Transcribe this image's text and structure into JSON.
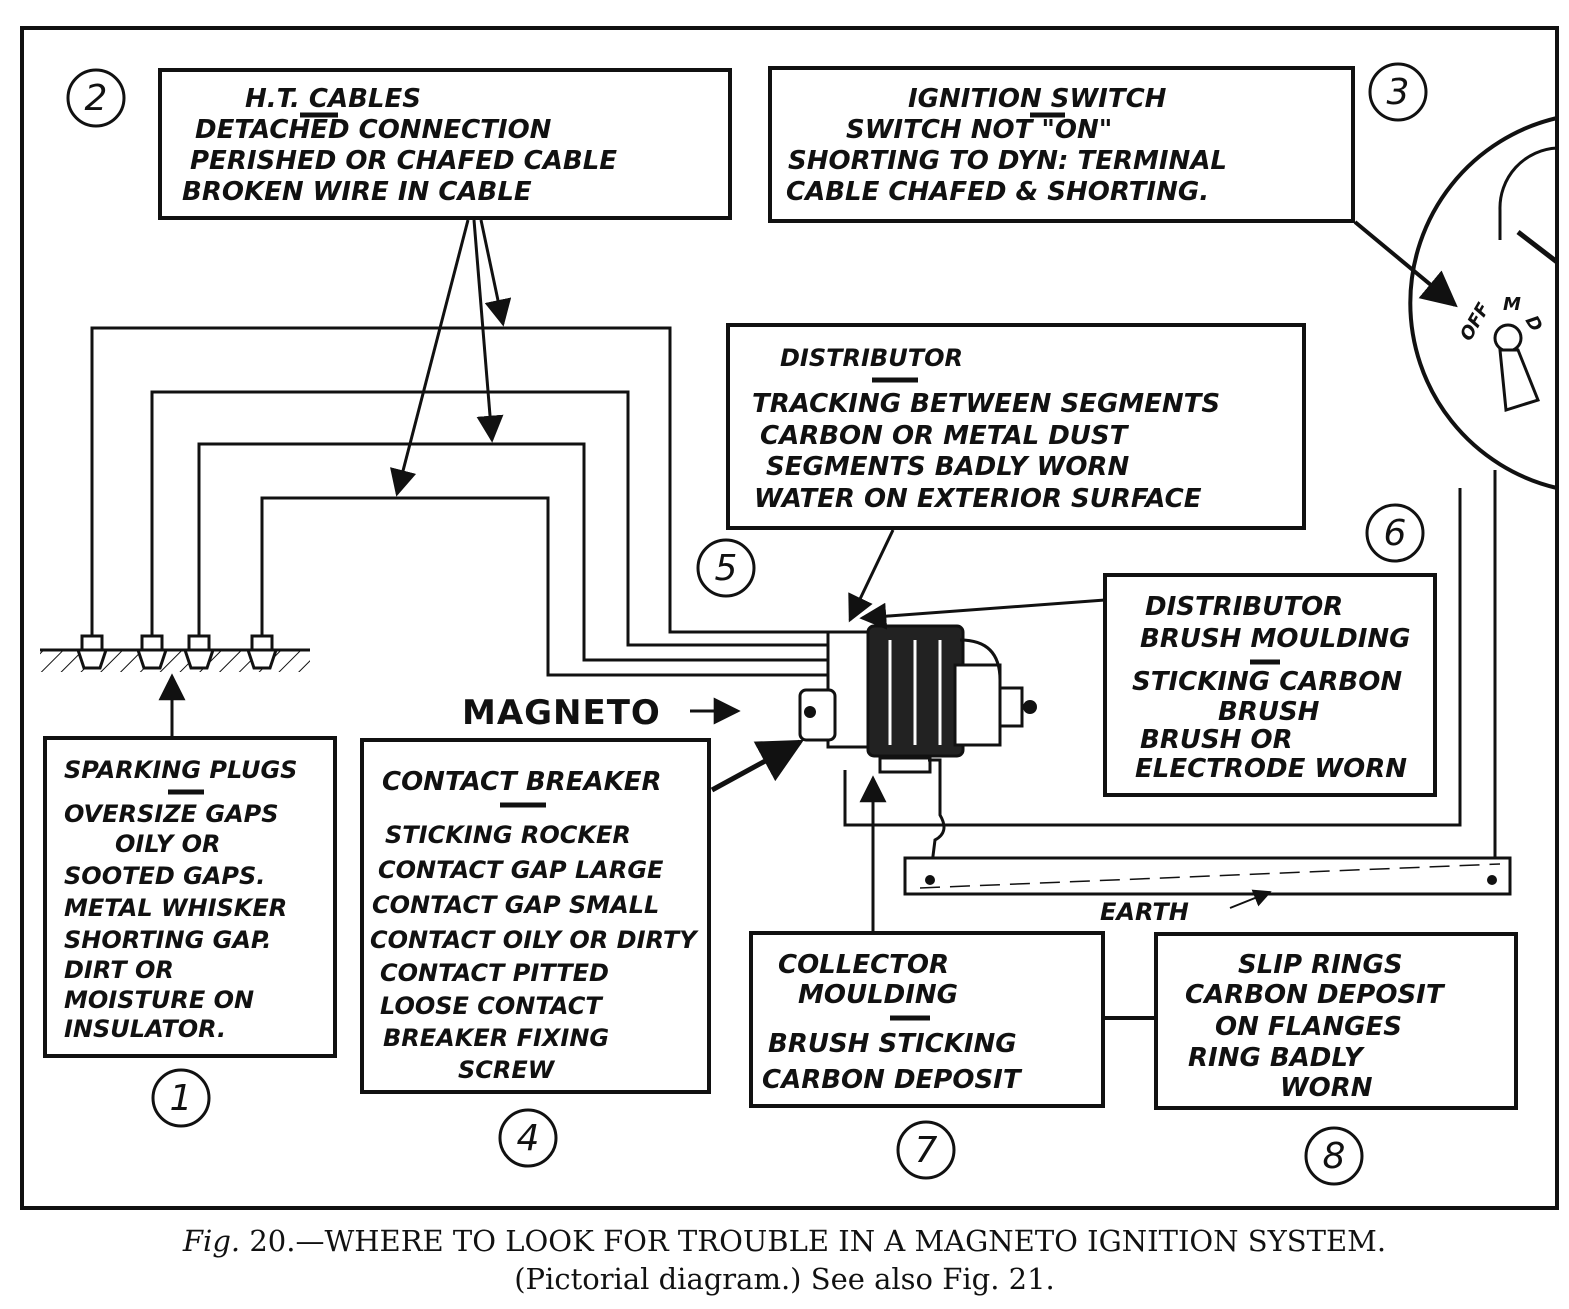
{
  "boxes": {
    "ht_cables": {
      "title": "H.T. CABLES",
      "lines": [
        "DETACHED CONNECTION",
        "PERISHED OR CHAFED CABLE",
        "BROKEN WIRE IN CABLE"
      ]
    },
    "ignition_switch": {
      "title": "IGNITION SWITCH",
      "lines": [
        "SWITCH NOT \"ON\"",
        "SHORTING TO DYN: TERMINAL",
        "CABLE CHAFED & SHORTING."
      ]
    },
    "distributor": {
      "title": "DISTRIBUTOR",
      "lines": [
        "TRACKING BETWEEN SEGMENTS",
        "CARBON OR METAL DUST",
        "SEGMENTS BADLY WORN",
        "WATER ON EXTERIOR SURFACE"
      ]
    },
    "distributor_brush": {
      "title_lines": [
        "DISTRIBUTOR",
        "BRUSH MOULDING"
      ],
      "lines": [
        "STICKING CARBON",
        "BRUSH",
        "BRUSH OR",
        "ELECTRODE WORN"
      ]
    },
    "sparking_plugs": {
      "title": "SPARKING PLUGS",
      "lines": [
        "OVERSIZE GAPS",
        "OILY OR",
        "SOOTED GAPS.",
        "METAL WHISKER",
        "SHORTING GAP.",
        "DIRT OR",
        "MOISTURE ON",
        "INSULATOR."
      ]
    },
    "contact_breaker": {
      "title": "CONTACT BREAKER",
      "lines": [
        "STICKING ROCKER",
        "CONTACT GAP LARGE",
        "CONTACT GAP SMALL",
        "CONTACT OILY OR DIRTY",
        "CONTACT PITTED",
        "LOOSE CONTACT",
        "BREAKER FIXING",
        "SCREW"
      ]
    },
    "collector": {
      "title_lines": [
        "COLLECTOR",
        "MOULDING"
      ],
      "lines": [
        "BRUSH STICKING",
        "CARBON DEPOSIT"
      ]
    },
    "slip_rings": {
      "title": "SLIP RINGS",
      "lines": [
        "CARBON DEPOSIT",
        "ON FLANGES",
        "RING BADLY",
        "WORN"
      ]
    }
  },
  "numbers": {
    "n1": "1",
    "n2": "2",
    "n3": "3",
    "n4": "4",
    "n5": "5",
    "n6": "6",
    "n7": "7",
    "n8": "8"
  },
  "labels": {
    "magneto": "MAGNETO",
    "earth": "EARTH",
    "switch_off": "OFF",
    "switch_m": "M",
    "switch_d": "D"
  },
  "caption": {
    "fig": "Fig.",
    "line1": "20.—WHERE TO LOOK FOR TROUBLE IN A MAGNETO IGNITION SYSTEM.",
    "line2": "(Pictorial diagram.)   See also Fig. 21."
  }
}
